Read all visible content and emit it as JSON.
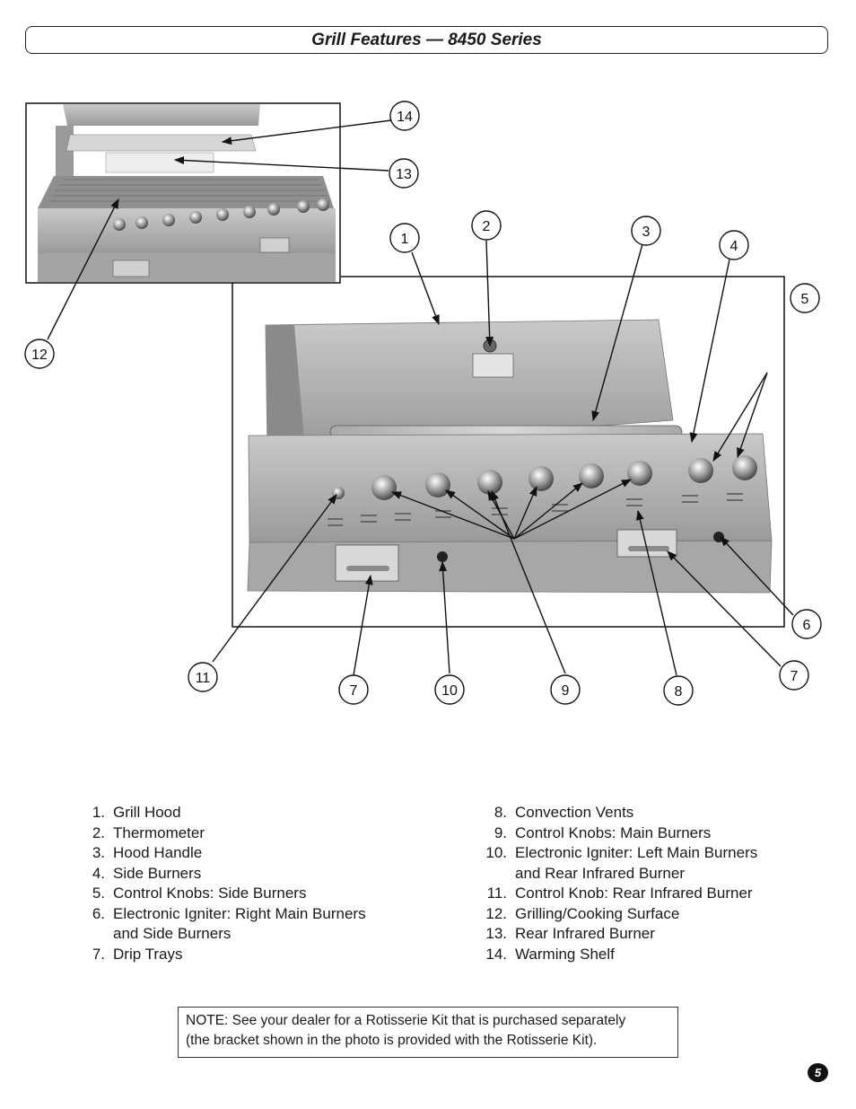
{
  "header": {
    "title": "Grill Features — 8450 Series"
  },
  "callouts": [
    "1",
    "2",
    "3",
    "4",
    "5",
    "6",
    "7",
    "8",
    "9",
    "10",
    "11",
    "12",
    "13",
    "14"
  ],
  "legend": {
    "left": [
      {
        "num": "1.",
        "lines": [
          "Grill Hood"
        ]
      },
      {
        "num": "2.",
        "lines": [
          "Thermometer"
        ]
      },
      {
        "num": "3.",
        "lines": [
          "Hood Handle"
        ]
      },
      {
        "num": "4.",
        "lines": [
          "Side Burners"
        ]
      },
      {
        "num": "5.",
        "lines": [
          "Control Knobs: Side Burners"
        ]
      },
      {
        "num": "6.",
        "lines": [
          "Electronic Igniter: Right Main Burners",
          "and Side Burners"
        ]
      },
      {
        "num": "7.",
        "lines": [
          "Drip Trays"
        ]
      }
    ],
    "right": [
      {
        "num": "8.",
        "lines": [
          "Convection Vents"
        ]
      },
      {
        "num": "9.",
        "lines": [
          "Control Knobs: Main Burners"
        ]
      },
      {
        "num": "10.",
        "lines": [
          "Electronic Igniter: Left Main Burners",
          "and Rear Infrared Burner"
        ]
      },
      {
        "num": "11.",
        "lines": [
          "Control Knob: Rear Infrared Burner"
        ]
      },
      {
        "num": "12.",
        "lines": [
          "Grilling/Cooking Surface"
        ]
      },
      {
        "num": "13.",
        "lines": [
          "Rear Infrared Burner"
        ]
      },
      {
        "num": "14.",
        "lines": [
          "Warming Shelf"
        ]
      }
    ]
  },
  "note": {
    "line1": "NOTE: See your dealer for a Rotisserie Kit that is purchased separately",
    "line2": "(the bracket shown in the photo is provided with the Rotisserie Kit)."
  },
  "page_number": "5"
}
